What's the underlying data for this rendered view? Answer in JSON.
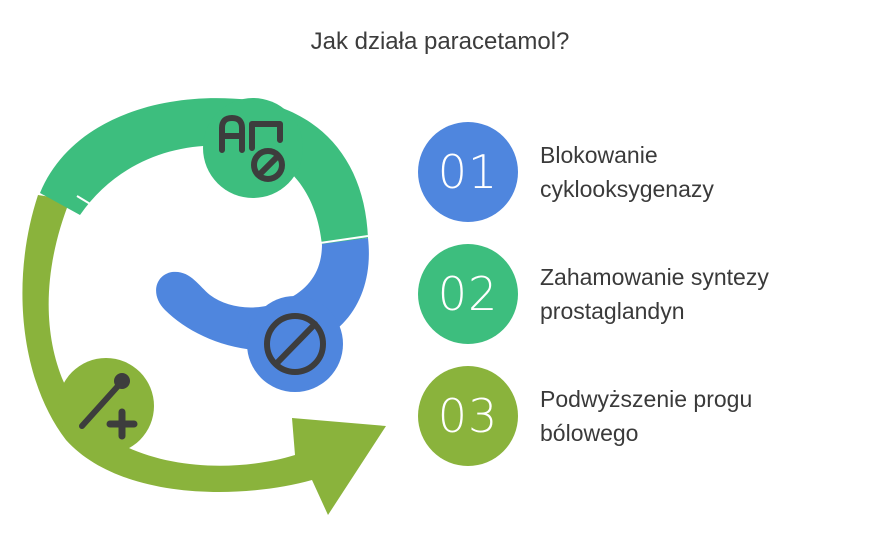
{
  "title": "Jak działa paracetamol?",
  "colors": {
    "green": "#3DBE7E",
    "blue": "#4F86DE",
    "olive": "#8AB33C",
    "icon": "#3d3d3d"
  },
  "icons": [
    "no-fever-icon",
    "prohibited-icon",
    "medical-pen-icon"
  ],
  "steps": [
    {
      "number": "01",
      "line1": "Blokowanie",
      "line2": "cyklooksygenazy",
      "color": "#4F86DE"
    },
    {
      "number": "02",
      "line1": "Zahamowanie syntezy",
      "line2": "prostaglandyn",
      "color": "#3DBE7E"
    },
    {
      "number": "03",
      "line1": "Podwyższenie progu",
      "line2": "bólowego",
      "color": "#8AB33C"
    }
  ]
}
